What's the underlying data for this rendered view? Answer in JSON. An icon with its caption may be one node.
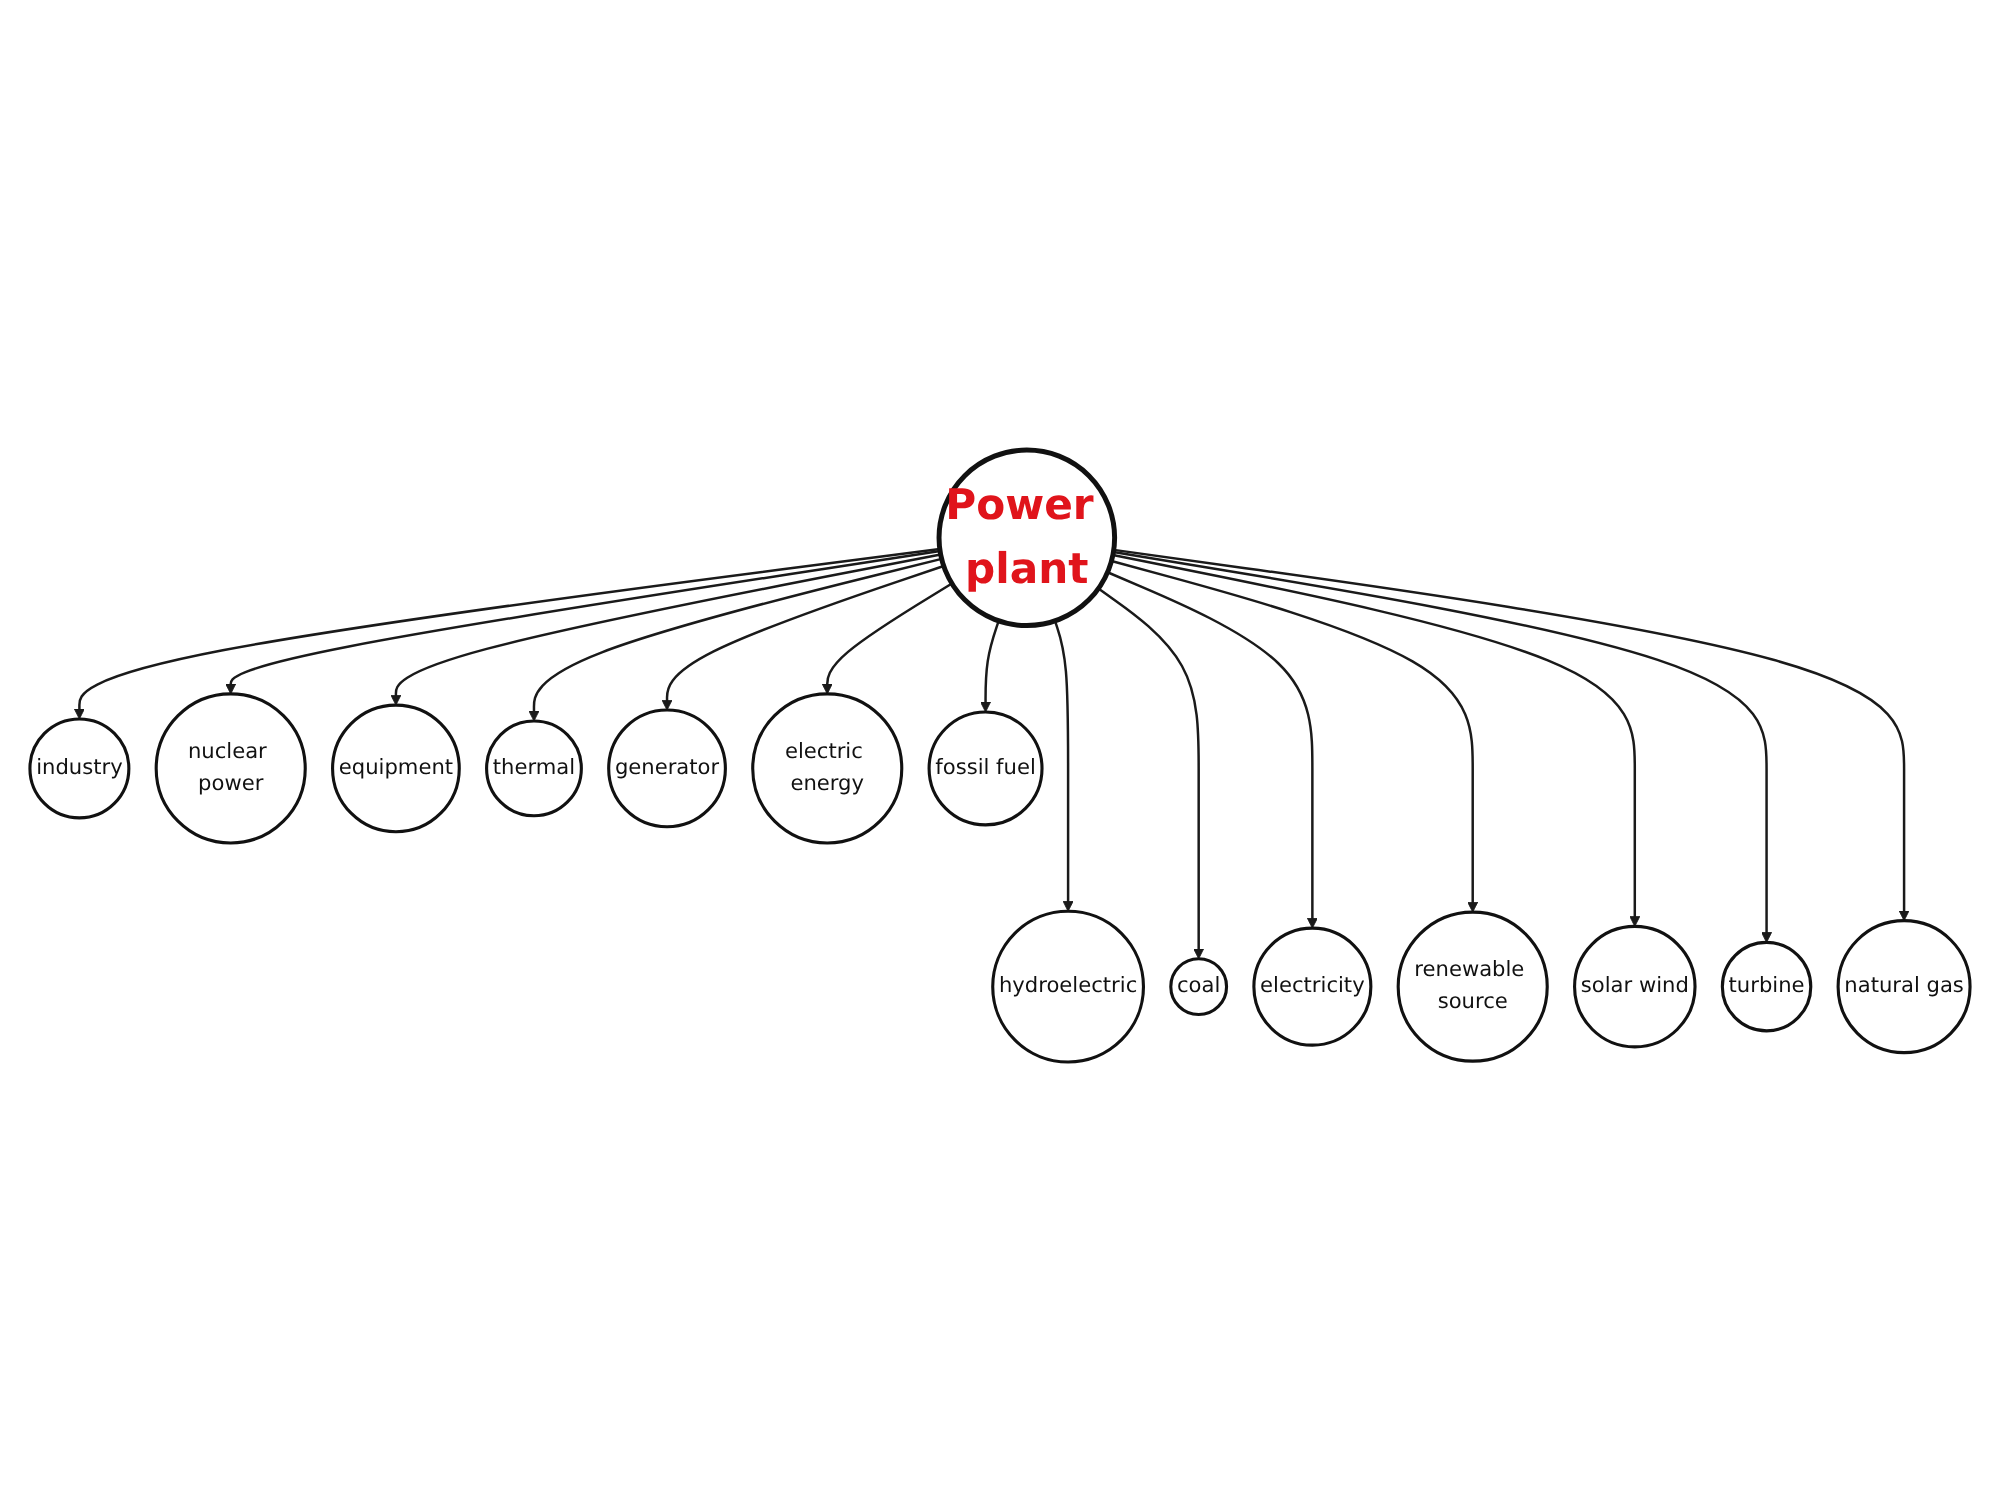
{
  "diagram": {
    "nodes": [
      {
        "text": [
          "Power plant"
        ]
      },
      {
        "text": [
          "industry"
        ]
      },
      {
        "text": [
          "nuclear power"
        ]
      },
      {
        "text": [
          "equipment"
        ]
      },
      {
        "text": [
          "thermal"
        ]
      },
      {
        "text": [
          "generator"
        ]
      },
      {
        "text": [
          "electric energy"
        ]
      },
      {
        "text": [
          "fossil fuel"
        ]
      },
      {
        "text": [
          "hydroelectric"
        ]
      },
      {
        "text": [
          "coal"
        ]
      },
      {
        "text": [
          "electricity"
        ]
      },
      {
        "text": [
          "renewable source"
        ]
      },
      {
        "text": [
          "solar wind"
        ]
      },
      {
        "text": [
          "turbine"
        ]
      },
      {
        "text": [
          "natural gas"
        ]
      }
    ],
    "edges": [
      {
        "from": 0,
        "to": 1,
        "arrow": "to"
      },
      {
        "from": 0,
        "to": 2,
        "arrow": "to"
      },
      {
        "from": 0,
        "to": 3,
        "arrow": "to"
      },
      {
        "from": 0,
        "to": 4,
        "arrow": "to"
      },
      {
        "from": 0,
        "to": 5,
        "arrow": "to"
      },
      {
        "from": 0,
        "to": 6,
        "arrow": "to"
      },
      {
        "from": 0,
        "to": 7,
        "arrow": "to"
      },
      {
        "from": 0,
        "to": 8,
        "arrow": "to"
      },
      {
        "from": 0,
        "to": 9,
        "arrow": "to"
      },
      {
        "from": 0,
        "to": 10,
        "arrow": "to"
      },
      {
        "from": 0,
        "to": 11,
        "arrow": "to"
      },
      {
        "from": 0,
        "to": 12,
        "arrow": "to"
      },
      {
        "from": 0,
        "to": 13,
        "arrow": "to"
      },
      {
        "from": 0,
        "to": 14,
        "arrow": "to"
      }
    ]
  }
}
